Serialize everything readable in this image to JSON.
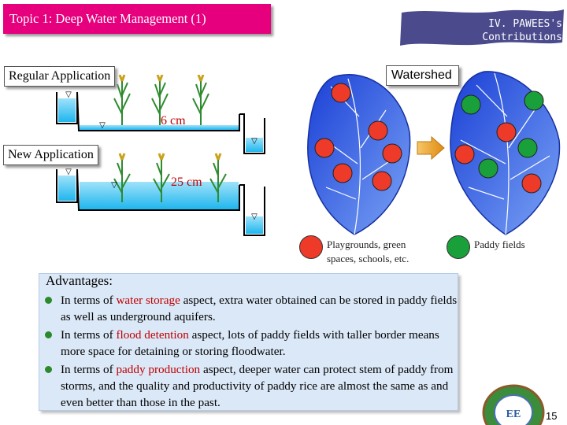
{
  "header": {
    "topic_title": "Topic 1: Deep Water Management (1)"
  },
  "banner": {
    "line1": "IV. PAWEES's",
    "line2": "Contributions",
    "color": "#4a4a8c"
  },
  "diagram": {
    "regular_label": "Regular Application",
    "new_label": "New Application",
    "regular_depth": "6 cm",
    "new_depth": "25 cm",
    "water_symbol": "▽"
  },
  "watershed": {
    "label": "Watershed",
    "legend": [
      {
        "text": "Playgrounds, green spaces, schools, etc.",
        "color": "#ee3a28"
      },
      {
        "text": "Paddy fields",
        "color": "#1aa03a"
      }
    ]
  },
  "advantages": {
    "title": "Advantages:",
    "items": [
      {
        "prefix": "In terms of ",
        "keyword": "water storage",
        "suffix": " aspect, extra water obtained can be stored in paddy fields as well as underground aquifers."
      },
      {
        "prefix": "In terms of ",
        "keyword": "flood detention",
        "suffix": " aspect, lots of paddy fields with taller border means more space for detaining or storing floodwater."
      },
      {
        "prefix": "In terms of ",
        "keyword": "paddy production",
        "suffix": " aspect, deeper water can protect stem of paddy from storms, and the quality and productivity of paddy rice are almost the same as and even better than those in the past."
      }
    ]
  },
  "logo": {
    "text": "EE"
  },
  "page_number": "15"
}
